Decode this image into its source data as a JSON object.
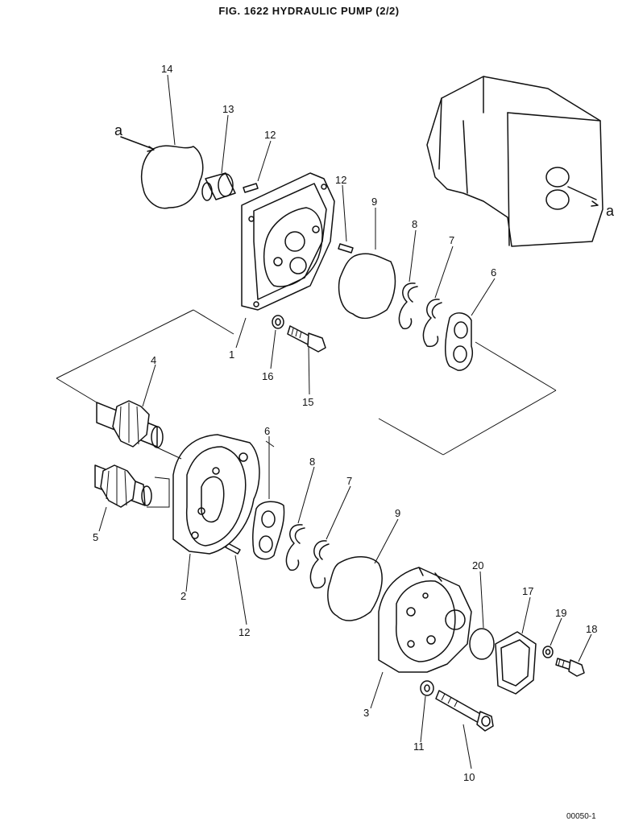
{
  "figure": {
    "title": "FIG. 1622   HYDRAULIC PUMP (2/2)",
    "drawing_number": "00050-1"
  },
  "labels": {
    "l1": "1",
    "l2": "2",
    "l3": "3",
    "l4": "4",
    "l5": "5",
    "l6a": "6",
    "l6b": "6",
    "l7a": "7",
    "l7b": "7",
    "l8a": "8",
    "l8b": "8",
    "l9a": "9",
    "l9b": "9",
    "l10": "10",
    "l11": "11",
    "l12a": "12",
    "l12b": "12",
    "l12c": "12",
    "l13": "13",
    "l14": "14",
    "l15": "15",
    "l16": "16",
    "l17": "17",
    "l18": "18",
    "l19": "19",
    "l20": "20",
    "ref_a1": "a",
    "ref_a2": "a"
  }
}
